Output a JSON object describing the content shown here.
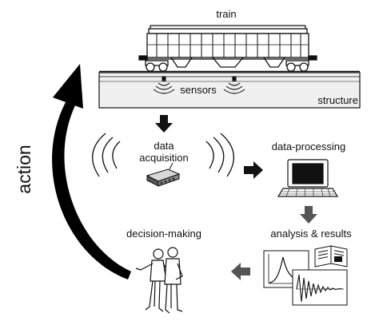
{
  "labels": {
    "train": "train",
    "sensors": "sensors",
    "structure": "structure",
    "data_acquisition_line1": "data",
    "data_acquisition_line2": "acquisition",
    "data_processing": "data-processing",
    "analysis_results": "analysis & results",
    "decision_making": "decision-making",
    "action": "action"
  },
  "icons": {
    "train": "hopper-railcar-icon",
    "acquisition": "data-logger-icon",
    "processing": "computer-icon",
    "decision": "two-people-discussing-icon",
    "step_arrow": "block-arrow-icon",
    "cycle": "curved-arrow-icon"
  },
  "colors": {
    "ink": "#111111",
    "structure_fill": "#f0f0f0",
    "arrow_grey": "#555555"
  }
}
